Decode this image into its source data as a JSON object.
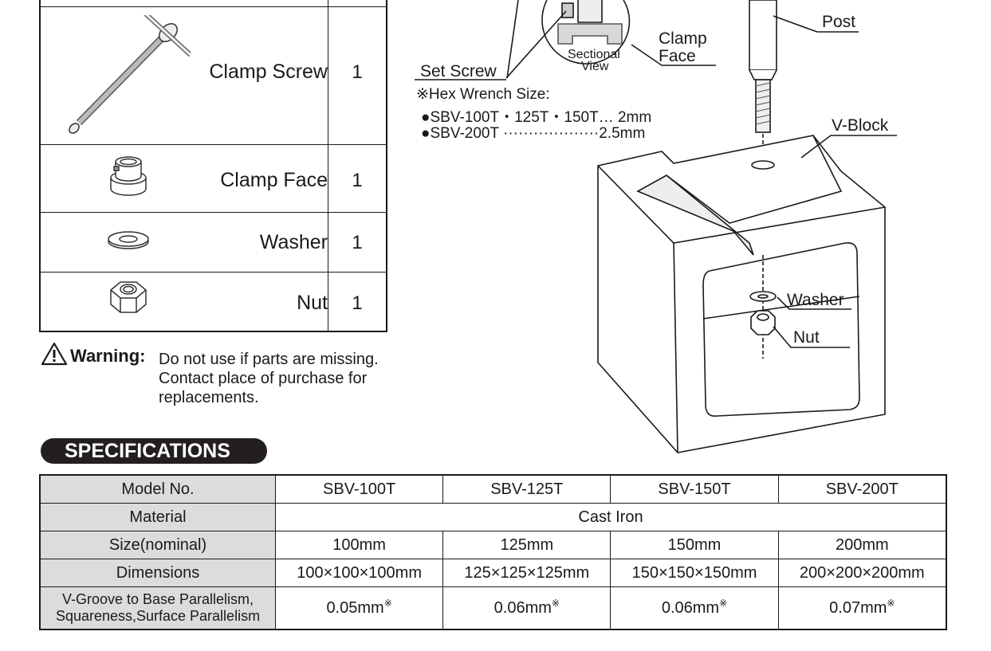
{
  "parts": [
    {
      "name": "Clamp Screw",
      "qty": "1"
    },
    {
      "name": "Clamp Face",
      "qty": "1"
    },
    {
      "name": "Washer",
      "qty": "1"
    },
    {
      "name": "Nut",
      "qty": "1"
    }
  ],
  "warning": {
    "label": "Warning:",
    "line1": "Do not use if parts are missing.",
    "line2": "Contact place of purchase for",
    "line3": "replacements."
  },
  "diagram": {
    "set_screw": "Set Screw",
    "sectional_view_line1": "Sectional",
    "sectional_view_line2": "View",
    "clamp_face_line1": "Clamp",
    "clamp_face_line2": "Face",
    "post": "Post",
    "v_block": "V-Block",
    "washer": "Washer",
    "nut": "Nut",
    "hex_title": "※Hex Wrench Size:",
    "hex_row1": "●SBV-100T・125T・150T…  2mm",
    "hex_row2": "●SBV-200T  ···················2.5mm"
  },
  "specifications": {
    "heading": "SPECIFICATIONS",
    "models_header": "Model No.",
    "models": [
      "SBV-100T",
      "SBV-125T",
      "SBV-150T",
      "SBV-200T"
    ],
    "material_label": "Material",
    "material_value": "Cast Iron",
    "size_label": "Size(nominal)",
    "sizes": [
      "100mm",
      "125mm",
      "150mm",
      "200mm"
    ],
    "dimensions_label": "Dimensions",
    "dimensions": [
      "100×100×100mm",
      "125×125×125mm",
      "150×150×150mm",
      "200×200×200mm"
    ],
    "parallelism_label_line1": "V-Groove to  Base Parallelism,",
    "parallelism_label_line2": "Squareness,Surface Parallelism",
    "parallelism": [
      "0.05mm",
      "0.06mm",
      "0.06mm",
      "0.07mm"
    ],
    "note_mark": "※"
  }
}
